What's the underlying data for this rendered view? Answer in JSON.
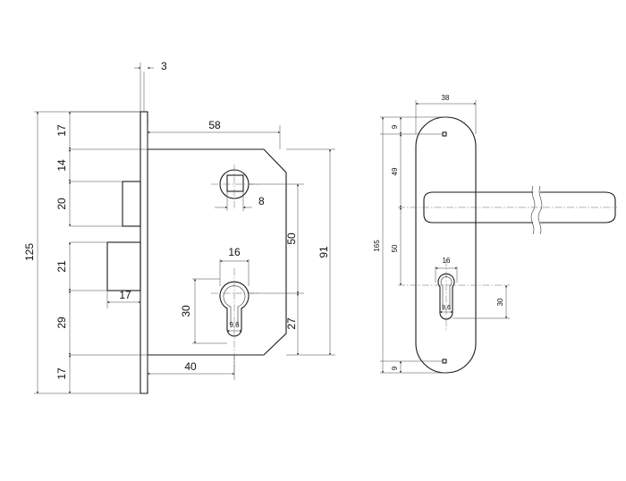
{
  "lock_body": {
    "dimensions": {
      "plate_thickness": "3",
      "body_depth": "58",
      "top_to_bolt": "17",
      "bolt_to_latch": "14",
      "latch_height": "20",
      "latch_to_deadbolt": "21",
      "deadbolt_to_cylinder": "29",
      "bottom": "17",
      "total_height": "125",
      "spindle_square": "8",
      "deadbolt_projection": "17",
      "cylinder_width": "16",
      "cylinder_height": "30",
      "cylinder_pin": "9,6",
      "spindle_to_cylinder": "50",
      "cylinder_to_bottom": "27",
      "body_height": "91",
      "backset": "40"
    }
  },
  "handle": {
    "dimensions": {
      "plate_width": "38",
      "top_margin": "9",
      "screw_to_handle": "49",
      "handle_to_cylinder": "50",
      "total_height": "165",
      "cylinder_width": "16",
      "cylinder_height": "30",
      "cylinder_pin": "9,6",
      "bottom_margin": "9"
    }
  },
  "colors": {
    "line": "#1a1a1a",
    "background": "#ffffff"
  }
}
